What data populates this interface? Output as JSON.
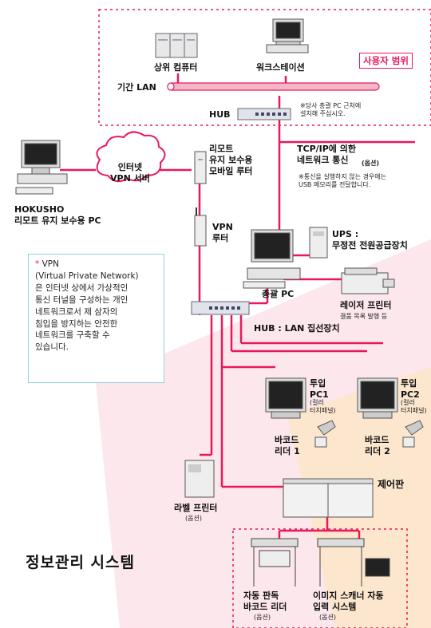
{
  "user_range_label": "사용자 범위",
  "devices": {
    "host_computer": "상위 컴퓨터",
    "workstation": "워크스테이션",
    "backbone_lan": "기간 LAN",
    "hub_top": "HUB",
    "hub_top_note": "※당사 총괄 PC 근처에\n설치해 주십시오.",
    "internet_vpn": "인터넷\nVPN 서버",
    "remote_router": "리모트\n유지 보수용\n모바일 루터",
    "hokusho_pc": "HOKUSHO\n리모트 유지 보수용 PC",
    "tcpip_title": "TCP/IP에 의한\n네트워크 통신",
    "tcpip_option": "(옵션)",
    "tcpip_note": "※통신을 실행하지 않는 경우에는\nUSB 메모리를 전달합니다.",
    "vpn_router": "VPN\n루터",
    "ups": "UPS :\n무정전 전원공급장치",
    "master_pc": "총괄 PC",
    "laser_printer": "레이저 프린터",
    "laser_printer_note": "결품 목록 발행 등",
    "hub_lan": "HUB : LAN 집선장치",
    "input_pc1": "투입\nPC1",
    "input_pc1_note": "(컬러\n터치패널)",
    "input_pc2": "투입\nPC2",
    "input_pc2_note": "(컬러\n터치패널)",
    "barcode_reader1": "바코드\n리더 1",
    "barcode_reader2": "바코드\n리더 2",
    "control_panel": "제어판",
    "label_printer": "라벨 프린터",
    "label_printer_option": "(옵션)",
    "auto_barcode": "자동 판독\n바코드 리더",
    "auto_barcode_option": "(옵션)",
    "image_scanner": "이미지 스캐너 자동\n입력 시스템",
    "image_scanner_option": "(옵션)"
  },
  "vpn_note": {
    "star": "*",
    "heading": "VPN",
    "body": "(Virtual Private Network)\n은 인터넷 상에서 가상적인\n통신 터널을 구성하는 개인\n네트워크로서 제 삼자의\n침입을 방지하는 안전한\n네트워크를 구축할 수\n있습니다."
  },
  "system_title": "정보관리 시스템",
  "colors": {
    "network_line": "#e8195a",
    "dashed_border": "#e8195a",
    "note_border": "#8fd3e0",
    "background_pink": "#f6c6d6"
  }
}
